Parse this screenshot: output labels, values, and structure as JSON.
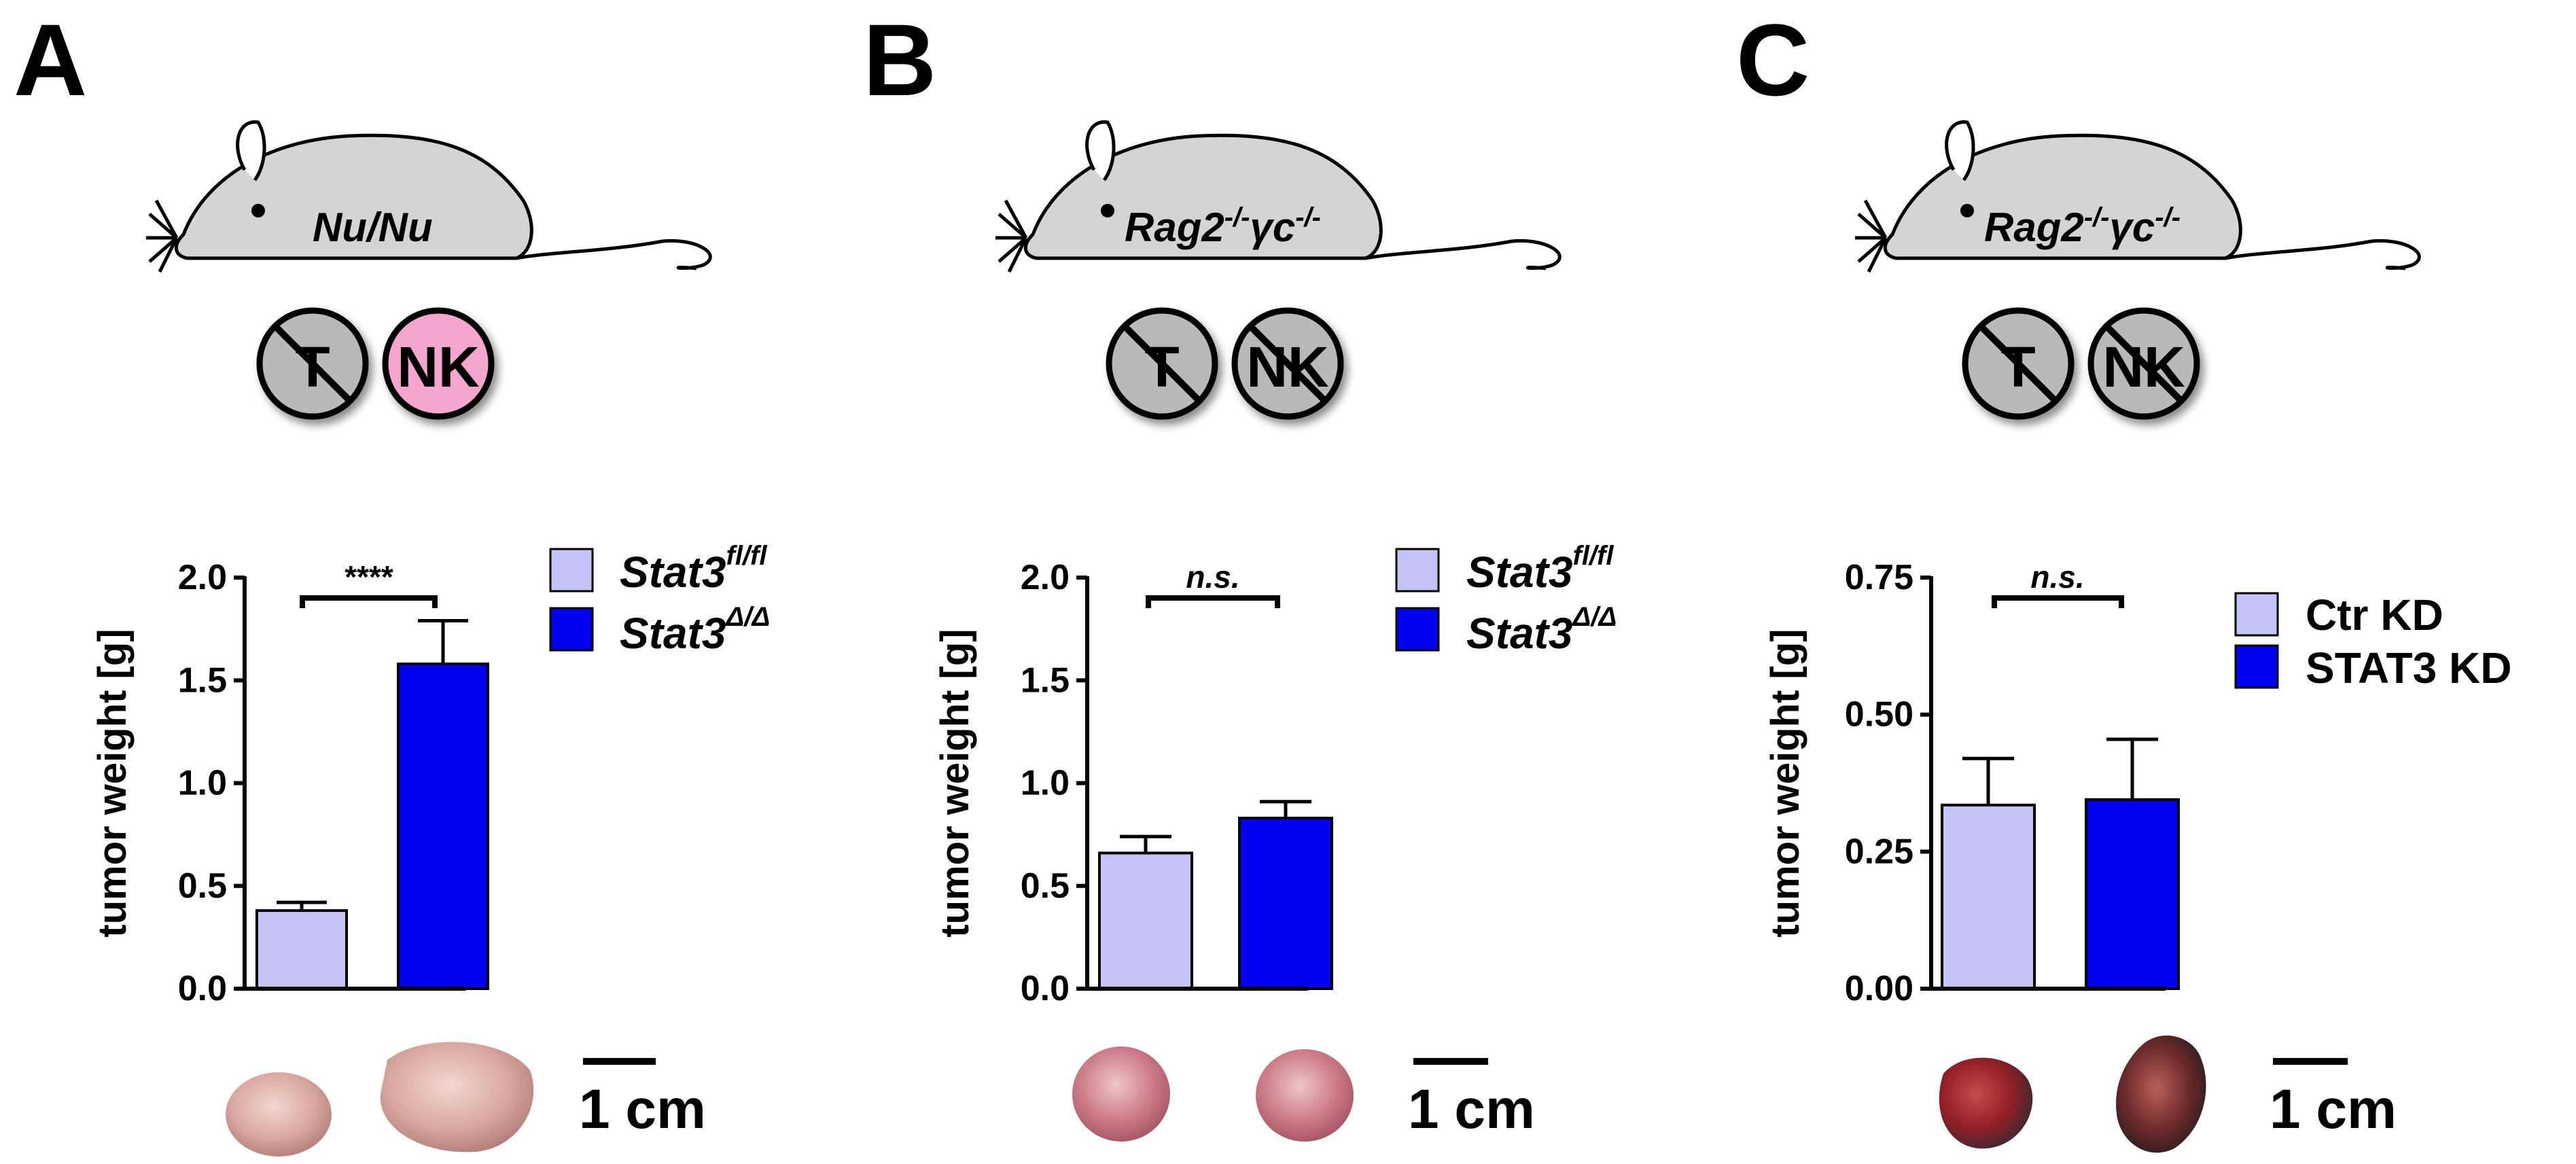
{
  "colors": {
    "light_bar": "#c3c3f5",
    "dark_bar": "#0000ee",
    "mouse_fill": "#d4d4d4",
    "nk_present": "#f4a6cf",
    "absent_fill": "#b9b9b9"
  },
  "panels": [
    {
      "letter": "A",
      "strain": {
        "base": "Nu/Nu",
        "parts": []
      },
      "cells": [
        {
          "label": "T",
          "present": false
        },
        {
          "label": "NK",
          "present": true
        }
      ],
      "significance": {
        "text": "****",
        "italic": false
      },
      "legend": [
        {
          "base": "Stat3",
          "sup": "fl/fl",
          "italic": true,
          "color": "#c3c3f5"
        },
        {
          "base": "Stat3",
          "sup": "Δ/Δ",
          "italic": true,
          "color": "#0000ee"
        }
      ],
      "scale_label": "1 cm"
    },
    {
      "letter": "B",
      "strain": {
        "base": "",
        "parts": [
          {
            "t": "Rag2",
            "s": "-/-"
          },
          {
            "t": "γc",
            "s": "-/-"
          }
        ]
      },
      "cells": [
        {
          "label": "T",
          "present": false
        },
        {
          "label": "NK",
          "present": false
        }
      ],
      "significance": {
        "text": "n.s.",
        "italic": true
      },
      "legend": [
        {
          "base": "Stat3",
          "sup": "fl/fl",
          "italic": true,
          "color": "#c3c3f5"
        },
        {
          "base": "Stat3",
          "sup": "Δ/Δ",
          "italic": true,
          "color": "#0000ee"
        }
      ],
      "scale_label": "1 cm"
    },
    {
      "letter": "C",
      "strain": {
        "base": "",
        "parts": [
          {
            "t": "Rag2",
            "s": "-/-"
          },
          {
            "t": "γc",
            "s": "-/-"
          }
        ]
      },
      "cells": [
        {
          "label": "T",
          "present": false
        },
        {
          "label": "NK",
          "present": false
        }
      ],
      "significance": {
        "text": "n.s.",
        "italic": true
      },
      "legend": [
        {
          "base": "Ctr KD",
          "sup": "",
          "italic": false,
          "color": "#c3c3f5"
        },
        {
          "base": "STAT3 KD",
          "sup": "",
          "italic": false,
          "color": "#0000ee"
        }
      ],
      "scale_label": "1 cm"
    }
  ],
  "chart_data": [
    {
      "type": "bar",
      "ylabel": "tumor weight [g]",
      "ylim": [
        0,
        2.0
      ],
      "yticks": [
        "0.0",
        "0.5",
        "1.0",
        "1.5",
        "2.0"
      ],
      "ytick_values": [
        0,
        0.5,
        1.0,
        1.5,
        2.0
      ],
      "categories": [
        "Stat3 fl/fl",
        "Stat3 Δ/Δ"
      ],
      "values": [
        0.38,
        1.58
      ],
      "errors": [
        0.04,
        0.21
      ],
      "grid": false
    },
    {
      "type": "bar",
      "ylabel": "tumor weight [g]",
      "ylim": [
        0,
        2.0
      ],
      "yticks": [
        "0.0",
        "0.5",
        "1.0",
        "1.5",
        "2.0"
      ],
      "ytick_values": [
        0,
        0.5,
        1.0,
        1.5,
        2.0
      ],
      "categories": [
        "Stat3 fl/fl",
        "Stat3 Δ/Δ"
      ],
      "values": [
        0.66,
        0.83
      ],
      "errors": [
        0.08,
        0.08
      ],
      "grid": false
    },
    {
      "type": "bar",
      "ylabel": "tumor weight [g]",
      "ylim": [
        0,
        0.75
      ],
      "yticks": [
        "0.00",
        "0.25",
        "0.50",
        "0.75"
      ],
      "ytick_values": [
        0,
        0.25,
        0.5,
        0.75
      ],
      "categories": [
        "Ctr KD",
        "STAT3 KD"
      ],
      "values": [
        0.335,
        0.345
      ],
      "errors": [
        0.085,
        0.11
      ],
      "grid": false
    }
  ]
}
